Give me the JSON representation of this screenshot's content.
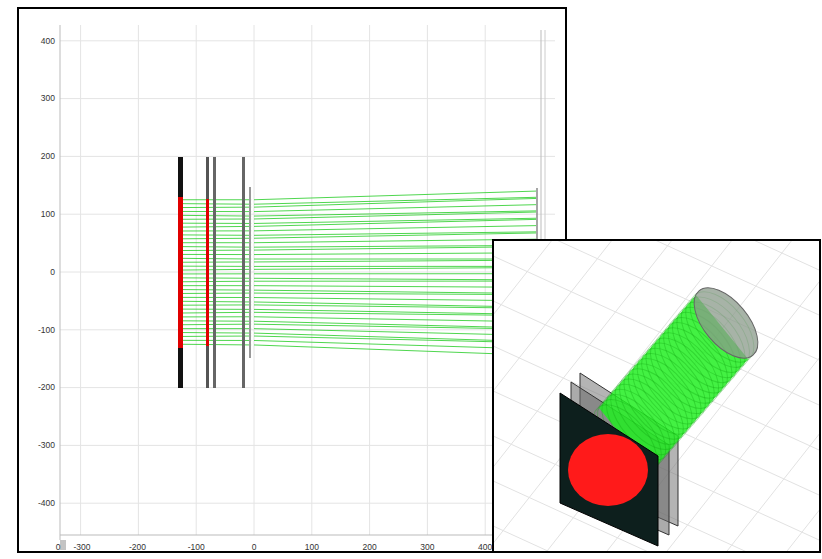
{
  "diagram": {
    "labels": [
      "400",
      "300",
      "200",
      "100",
      "0",
      "-100",
      "-200",
      "-300",
      "-400",
      "0",
      "-300",
      "-200",
      "-100",
      "0",
      "100",
      "200",
      "300",
      "400"
    ]
  }
}
